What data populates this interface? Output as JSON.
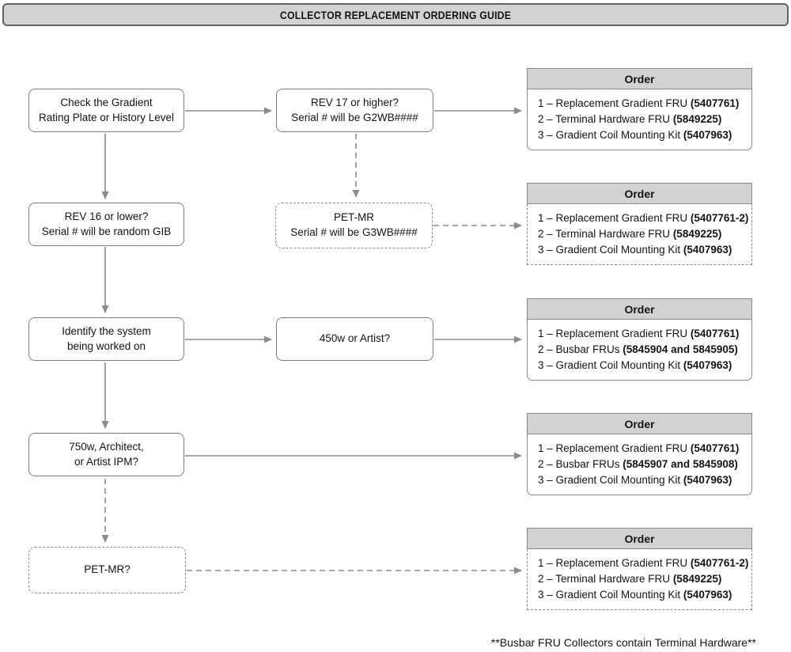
{
  "title": "COLLECTOR REPLACEMENT ORDERING GUIDE",
  "footnote": "**Busbar FRU Collectors contain Terminal Hardware**",
  "nodes": {
    "check": {
      "line1": "Check the Gradient",
      "line2": "Rating Plate or History Level"
    },
    "rev17": {
      "line1": "REV 17 or higher?",
      "line2": "Serial # will be G2WB####"
    },
    "rev16": {
      "line1": "REV 16 or lower?",
      "line2": "Serial # will be random GIB"
    },
    "petmr_serial": {
      "line1": "PET-MR",
      "line2": "Serial # will be G3WB####"
    },
    "identify": {
      "line1": "Identify the system",
      "line2": "being worked on"
    },
    "w450": {
      "line1": "450w or Artist?"
    },
    "w750": {
      "line1": "750w, Architect,",
      "line2": "or Artist IPM?"
    },
    "petmr": {
      "line1": "PET-MR?"
    }
  },
  "orders": [
    {
      "header": "Order",
      "style": "solid",
      "items": [
        {
          "text": "1 – Replacement Gradient FRU ",
          "part": "(5407761)"
        },
        {
          "text": "2 – Terminal Hardware FRU ",
          "part": "(5849225)"
        },
        {
          "text": "3 – Gradient Coil Mounting Kit ",
          "part": "(5407963)"
        }
      ]
    },
    {
      "header": "Order",
      "style": "dashed",
      "items": [
        {
          "text": "1 – Replacement Gradient FRU ",
          "part": "(5407761-2)"
        },
        {
          "text": "2 – Terminal Hardware FRU ",
          "part": "(5849225)"
        },
        {
          "text": "3 – Gradient Coil Mounting Kit ",
          "part": "(5407963)"
        }
      ]
    },
    {
      "header": "Order",
      "style": "solid",
      "items": [
        {
          "text": "1 – Replacement Gradient FRU ",
          "part": "(5407761)"
        },
        {
          "text": "2 – Busbar FRUs ",
          "part": "(5845904 and 5845905)"
        },
        {
          "text": "3 – Gradient Coil Mounting Kit ",
          "part": "(5407963)"
        }
      ]
    },
    {
      "header": "Order",
      "style": "solid",
      "items": [
        {
          "text": "1 – Replacement Gradient FRU ",
          "part": "(5407761)"
        },
        {
          "text": "2 – Busbar FRUs ",
          "part": "(5845907 and 5845908)"
        },
        {
          "text": "3 – Gradient Coil Mounting Kit ",
          "part": "(5407963)"
        }
      ]
    },
    {
      "header": "Order",
      "style": "dashed",
      "items": [
        {
          "text": "1 – Replacement Gradient FRU ",
          "part": "(5407761-2)"
        },
        {
          "text": "2 – Terminal Hardware FRU ",
          "part": "(5849225)"
        },
        {
          "text": "3 – Gradient Coil Mounting Kit ",
          "part": "(5407963)"
        }
      ]
    }
  ],
  "colors": {
    "arrow_gray": "#8c8c8c",
    "node_border": "#7d7d7d",
    "header_fill": "#d3d2d2",
    "title_fill": "#d4d3d3"
  }
}
